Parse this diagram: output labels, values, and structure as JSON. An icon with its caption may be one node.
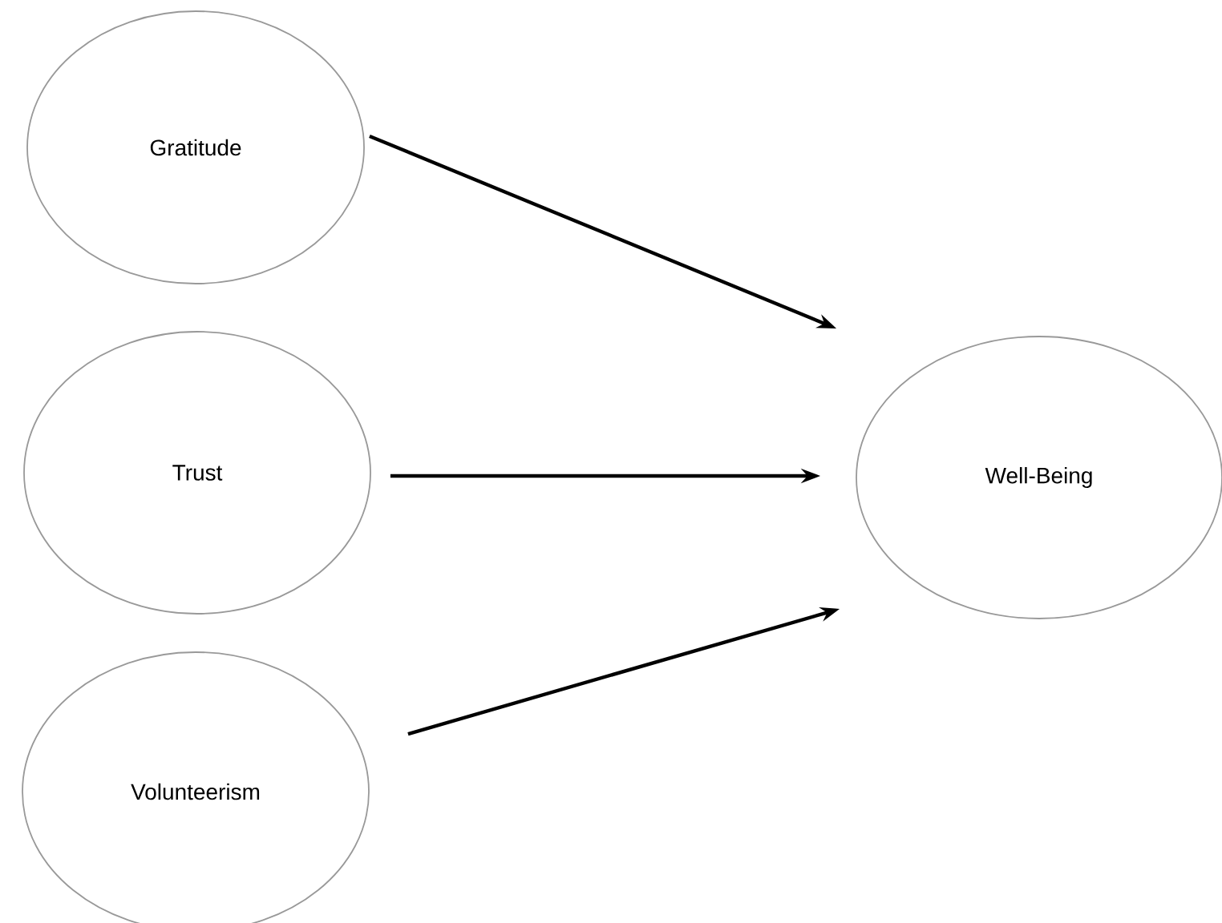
{
  "diagram": {
    "nodes": [
      {
        "text": [
          "Gratitude"
        ]
      },
      {
        "text": [
          "Trust"
        ]
      },
      {
        "text": [
          "Volunteerism"
        ]
      },
      {
        "text": [
          "Well-Being"
        ]
      }
    ],
    "edges": [
      {
        "from": 0,
        "to": 3,
        "arrow": "to"
      },
      {
        "from": 1,
        "to": 3,
        "arrow": "to"
      },
      {
        "from": 2,
        "to": 3,
        "arrow": "to"
      }
    ]
  }
}
